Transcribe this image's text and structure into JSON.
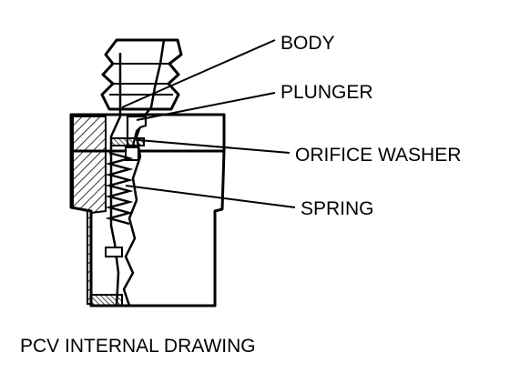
{
  "diagram": {
    "caption": "PCV INTERNAL DRAWING",
    "labels": {
      "body": "BODY",
      "plunger": "PLUNGER",
      "orifice_washer": "ORIFICE WASHER",
      "spring": "SPRING"
    }
  },
  "colors": {
    "ink": "#000000",
    "paper": "#ffffff"
  }
}
